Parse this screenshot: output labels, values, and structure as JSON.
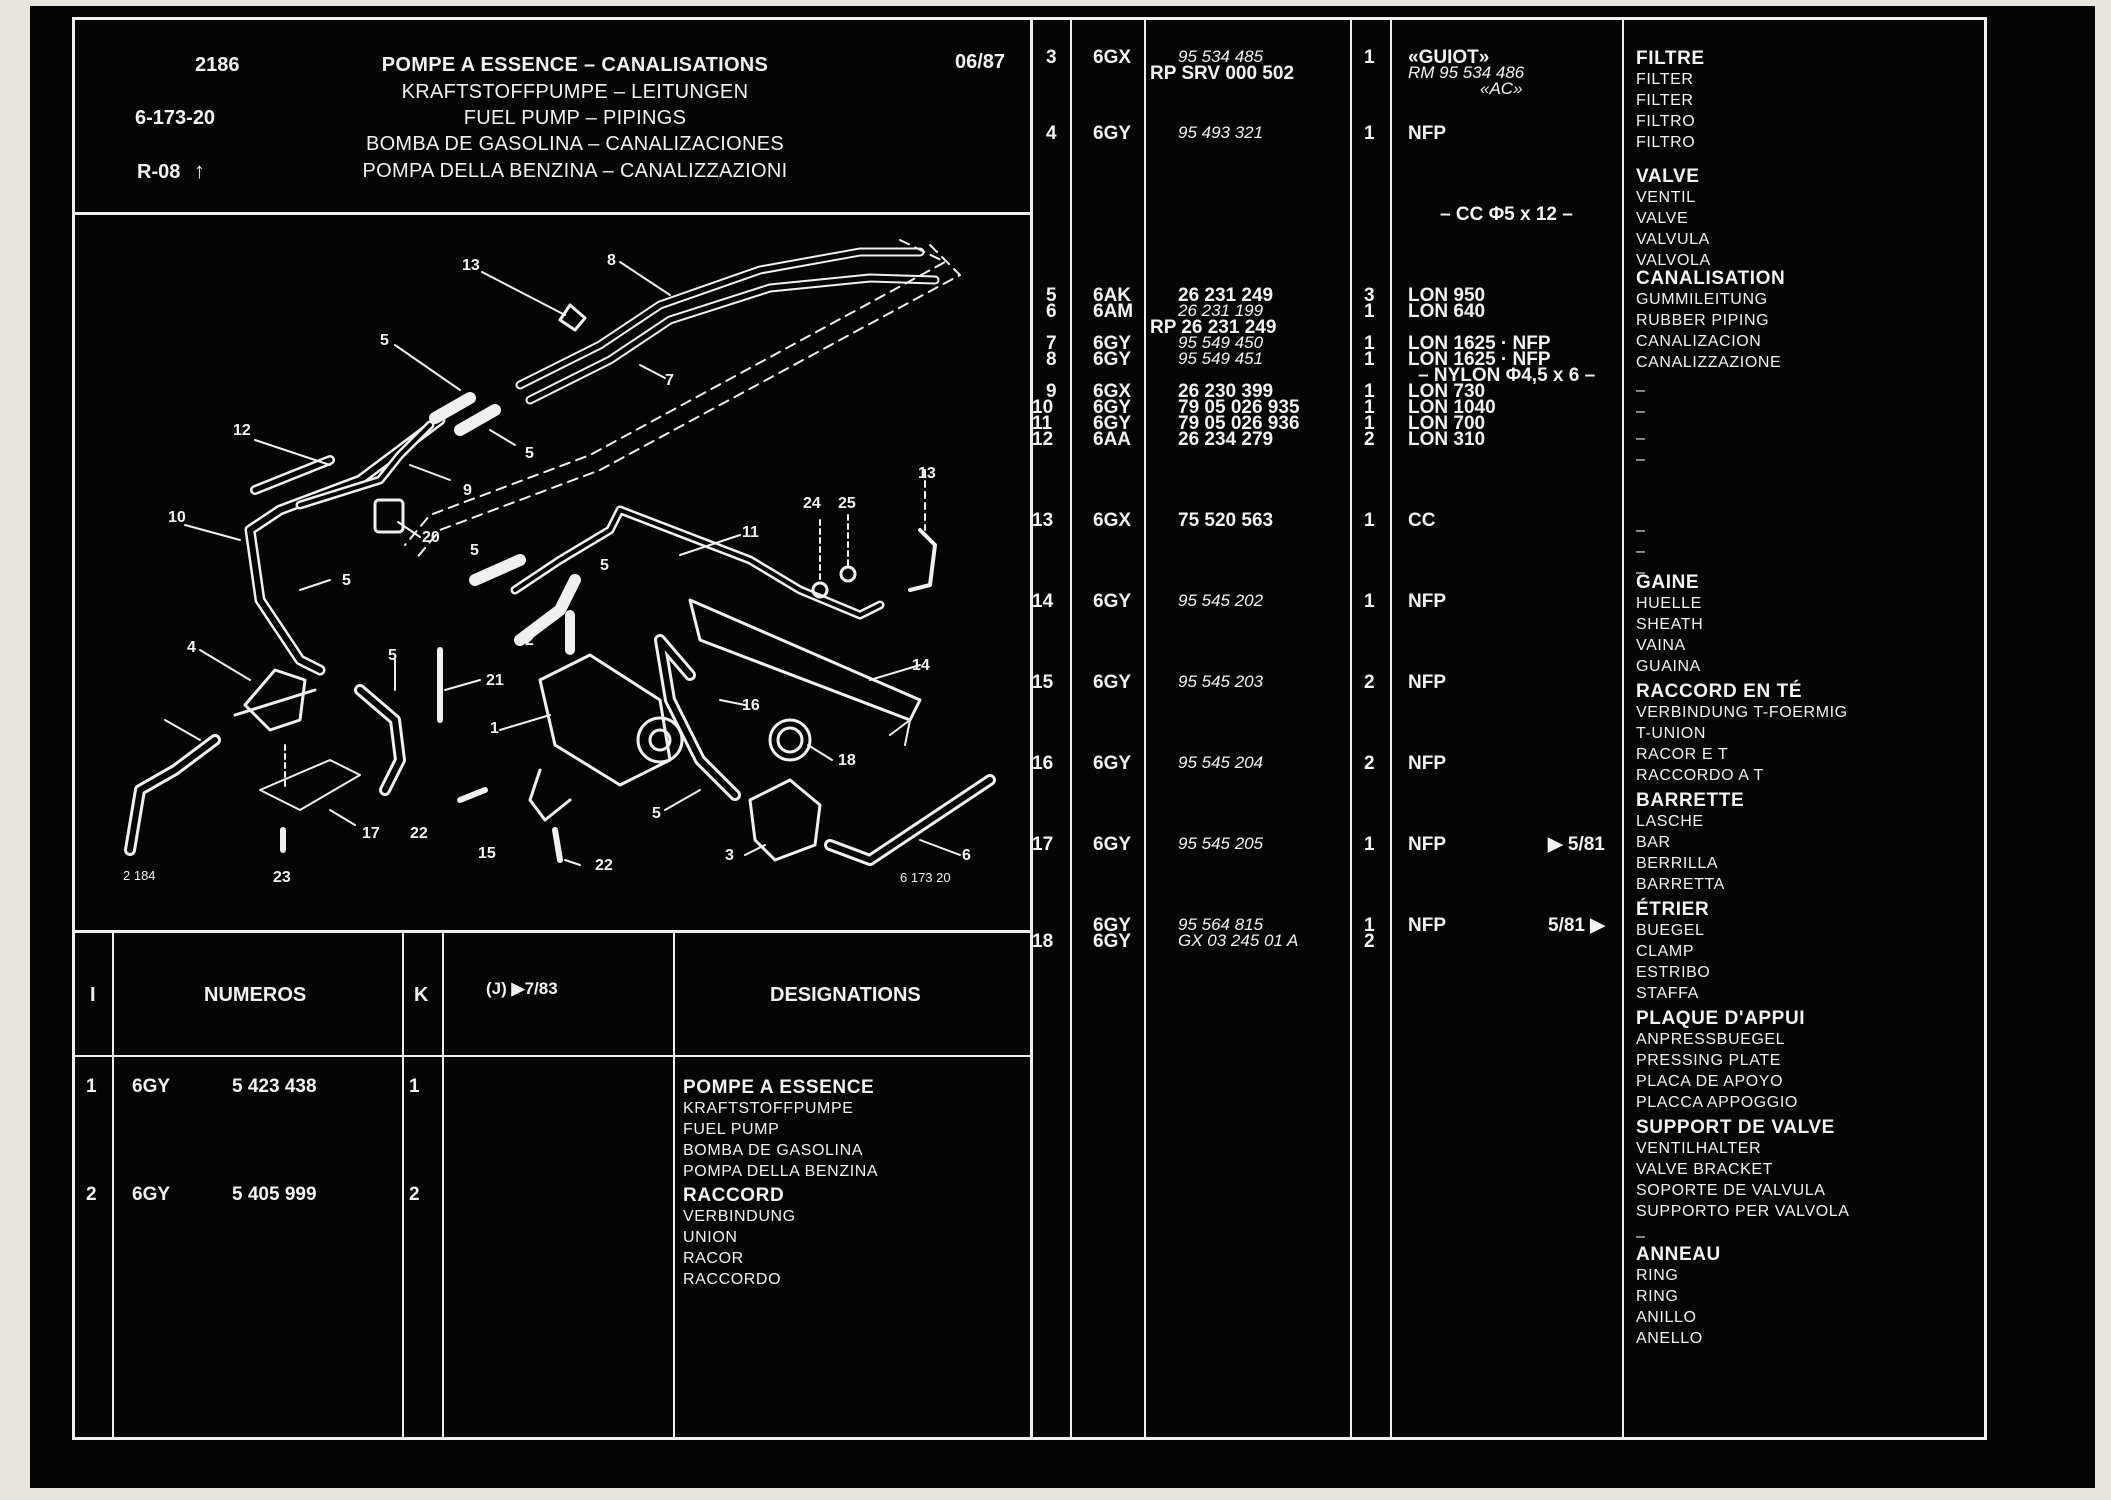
{
  "header": {
    "code": "2186",
    "ref1": "6-173-20",
    "ref2": "R-08",
    "date": "06/87",
    "titles": [
      "POMPE A ESSENCE – CANALISATIONS",
      "KRAFTSTOFFPUMPE – LEITUNGEN",
      "FUEL PUMP – PIPINGS",
      "BOMBA DE GASOLINA – CANALIZACIONES",
      "POMPA DELLA BENZINA – CANALIZZAZIONI"
    ]
  },
  "diagram": {
    "callouts": [
      "13",
      "8",
      "5",
      "7",
      "5",
      "12",
      "9",
      "10",
      "20",
      "5",
      "5",
      "11",
      "24",
      "25",
      "13",
      "5",
      "2",
      "4",
      "5",
      "21",
      "16",
      "14",
      "1",
      "18",
      "5",
      "22",
      "17",
      "15",
      "3",
      "6",
      "23",
      "22",
      "2 184",
      "6 173 20"
    ]
  },
  "left_table": {
    "headers": {
      "i": "I",
      "numeros": "NUMEROS",
      "k": "K",
      "j": "(J)  ▶7/83",
      "designations": "DESIGNATIONS"
    },
    "rows": [
      {
        "n": "1",
        "code": "6GY",
        "number": "5  423  438",
        "k": "1",
        "desig": [
          "POMPE A ESSENCE",
          "KRAFTSTOFFPUMPE",
          "FUEL PUMP",
          "BOMBA DE GASOLINA",
          "POMPA DELLA BENZINA"
        ]
      },
      {
        "n": "2",
        "code": "6GY",
        "number": "5  405  999",
        "k": "2",
        "desig": [
          "RACCORD",
          "VERBINDUNG",
          "UNION",
          "RACOR",
          "RACCORDO"
        ]
      }
    ]
  },
  "right_table": {
    "rows": [
      {
        "n": "3",
        "code": "6GX",
        "num": "95  534  485",
        "k": "1",
        "note": "«GUIOT»"
      },
      {
        "n": "",
        "code": "",
        "num": "RP  SRV  000  502",
        "k": "",
        "note": "RM  95 534 486"
      },
      {
        "n": "",
        "code": "",
        "num": "",
        "k": "",
        "note": "«AC»"
      },
      {
        "n": "4",
        "code": "6GY",
        "num": "95  493  321",
        "k": "1",
        "note": "NFP"
      },
      {
        "n": "",
        "code": "",
        "num": "",
        "k": "",
        "note": "– CC Φ5 x 12 –"
      },
      {
        "n": "5",
        "code": "6AK",
        "num": "26  231  249",
        "k": "3",
        "note": "LON 950"
      },
      {
        "n": "6",
        "code": "6AM",
        "num": "26  231  199",
        "k": "1",
        "note": "LON 640"
      },
      {
        "n": "",
        "code": "",
        "num": "RP 26  231  249",
        "k": "",
        "note": ""
      },
      {
        "n": "7",
        "code": "6GY",
        "num": "95  549  450",
        "k": "1",
        "note": "LON 1625 · NFP"
      },
      {
        "n": "8",
        "code": "6GY",
        "num": "95  549  451",
        "k": "1",
        "note": "LON 1625 · NFP"
      },
      {
        "n": "",
        "code": "",
        "num": "",
        "k": "",
        "note": "– NYLON  Φ4,5 x 6 –"
      },
      {
        "n": "9",
        "code": "6GX",
        "num": "26  230  399",
        "k": "1",
        "note": "LON 730"
      },
      {
        "n": "10",
        "code": "6GY",
        "num": "79  05  026  935",
        "k": "1",
        "note": "LON 1040"
      },
      {
        "n": "11",
        "code": "6GY",
        "num": "79  05  026  936",
        "k": "1",
        "note": "LON 700"
      },
      {
        "n": "12",
        "code": "6AA",
        "num": "26  234  279",
        "k": "2",
        "note": "LON 310"
      },
      {
        "n": "13",
        "code": "6GX",
        "num": "75  520  563",
        "k": "1",
        "note": "CC"
      },
      {
        "n": "14",
        "code": "6GY",
        "num": "95  545  202",
        "k": "1",
        "note": "NFP"
      },
      {
        "n": "15",
        "code": "6GY",
        "num": "95  545  203",
        "k": "2",
        "note": "NFP"
      },
      {
        "n": "16",
        "code": "6GY",
        "num": "95  545  204",
        "k": "2",
        "note": "NFP"
      },
      {
        "n": "17",
        "code": "6GY",
        "num": "95  545  205",
        "k": "1",
        "note": "NFP",
        "extra": "▶  5/81"
      },
      {
        "n": "",
        "code": "6GY",
        "num": "95  564  815",
        "k": "1",
        "note": "NFP",
        "extra": "5/81 ▶"
      },
      {
        "n": "18",
        "code": "6GY",
        "num": "GX  03  245  01  A",
        "k": "2",
        "note": "",
        "extra": ""
      }
    ],
    "designations": [
      {
        "lines": [
          "FILTRE",
          "FILTER",
          "FILTER",
          "FILTRO",
          "FILTRO"
        ]
      },
      {
        "lines": [
          "VALVE",
          "VENTIL",
          "VALVE",
          "VALVULA",
          "VALVOLA"
        ]
      },
      {
        "lines": [
          "CANALISATION",
          "GUMMILEITUNG",
          "RUBBER PIPING",
          "CANALIZACION",
          "CANALIZZAZIONE"
        ]
      },
      {
        "lines": [
          "–",
          "–"
        ]
      },
      {
        "lines": [
          "–",
          "–"
        ]
      },
      {
        "lines": [
          "–",
          "–",
          "–"
        ]
      },
      {
        "lines": [
          "GAINE",
          "HUELLE",
          "SHEATH",
          "VAINA",
          "GUAINA"
        ]
      },
      {
        "lines": [
          "RACCORD EN TÉ",
          "VERBINDUNG T-FOERMIG",
          "T-UNION",
          "RACOR E T",
          "RACCORDO A T"
        ]
      },
      {
        "lines": [
          "BARRETTE",
          "LASCHE",
          "BAR",
          "BERRILLA",
          "BARRETTA"
        ]
      },
      {
        "lines": [
          "ÉTRIER",
          "BUEGEL",
          "CLAMP",
          "ESTRIBO",
          "STAFFA"
        ]
      },
      {
        "lines": [
          "PLAQUE D'APPUI",
          "ANPRESSBUEGEL",
          "PRESSING PLATE",
          "PLACA DE APOYO",
          "PLACCA APPOGGIO"
        ]
      },
      {
        "lines": [
          "SUPPORT DE VALVE",
          "VENTILHALTER",
          "VALVE BRACKET",
          "SOPORTE DE VALVULA",
          "SUPPORTO PER VALVOLA"
        ]
      },
      {
        "lines": [
          "–"
        ]
      },
      {
        "lines": [
          "ANNEAU",
          "RING",
          "RING",
          "ANILLO",
          "ANELLO"
        ]
      }
    ]
  }
}
